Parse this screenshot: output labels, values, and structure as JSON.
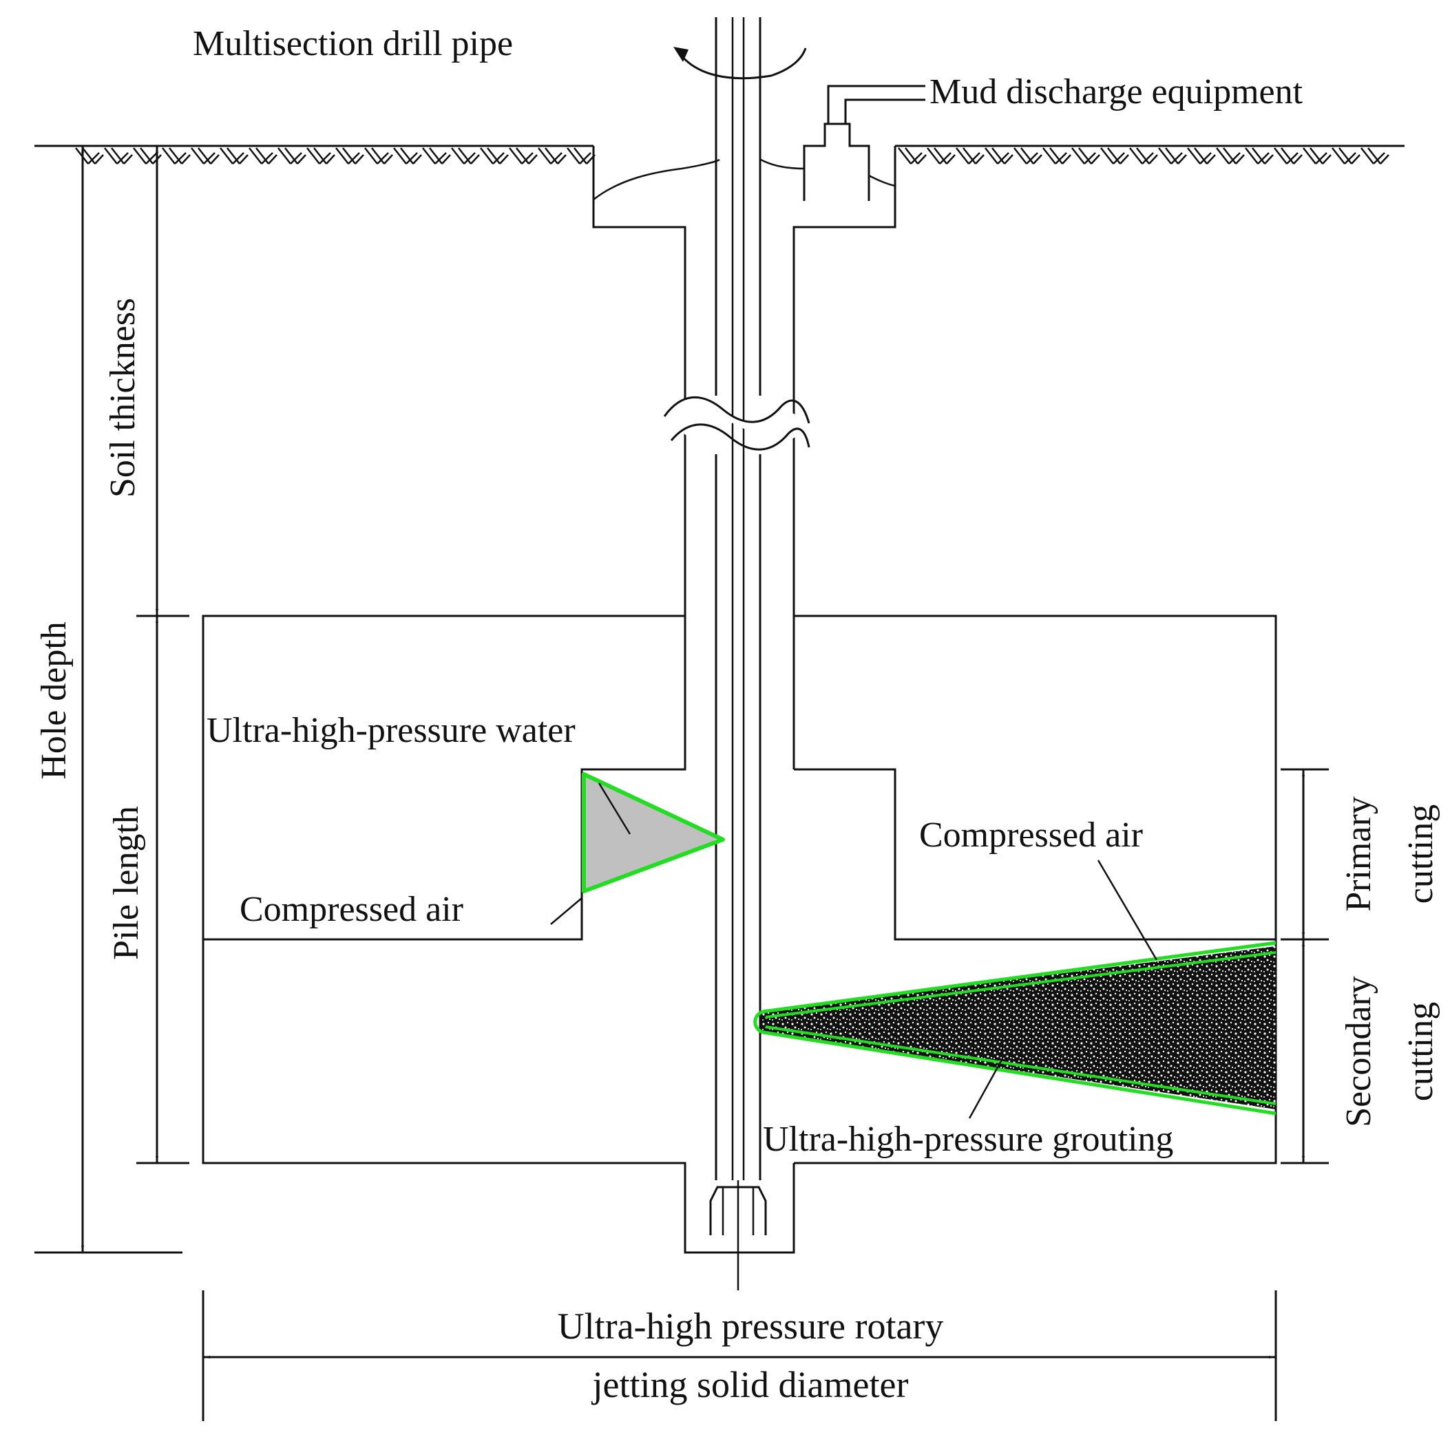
{
  "labels": {
    "drill_pipe": "Multisection drill pipe",
    "mud_discharge": "Mud discharge equipment",
    "soil_thickness": "Soil thickness",
    "hole_depth": "Hole depth",
    "pile_length": "Pile length",
    "water": "Ultra-high-pressure water",
    "air_left": "Compressed air",
    "air_right": "Compressed air",
    "grouting": "Ultra-high-pressure grouting",
    "primary": "Primary",
    "primary_cutting": "cutting",
    "secondary": "Secondary",
    "secondary_cutting": "cutting",
    "diameter_line1": "Ultra-high pressure rotary",
    "diameter_line2": "jetting solid diameter"
  },
  "colors": {
    "line": "#111111",
    "jet_outline": "#22dd22",
    "water_fill": "#c0c0c0",
    "grout_fill": "#111111",
    "background": "#ffffff"
  }
}
